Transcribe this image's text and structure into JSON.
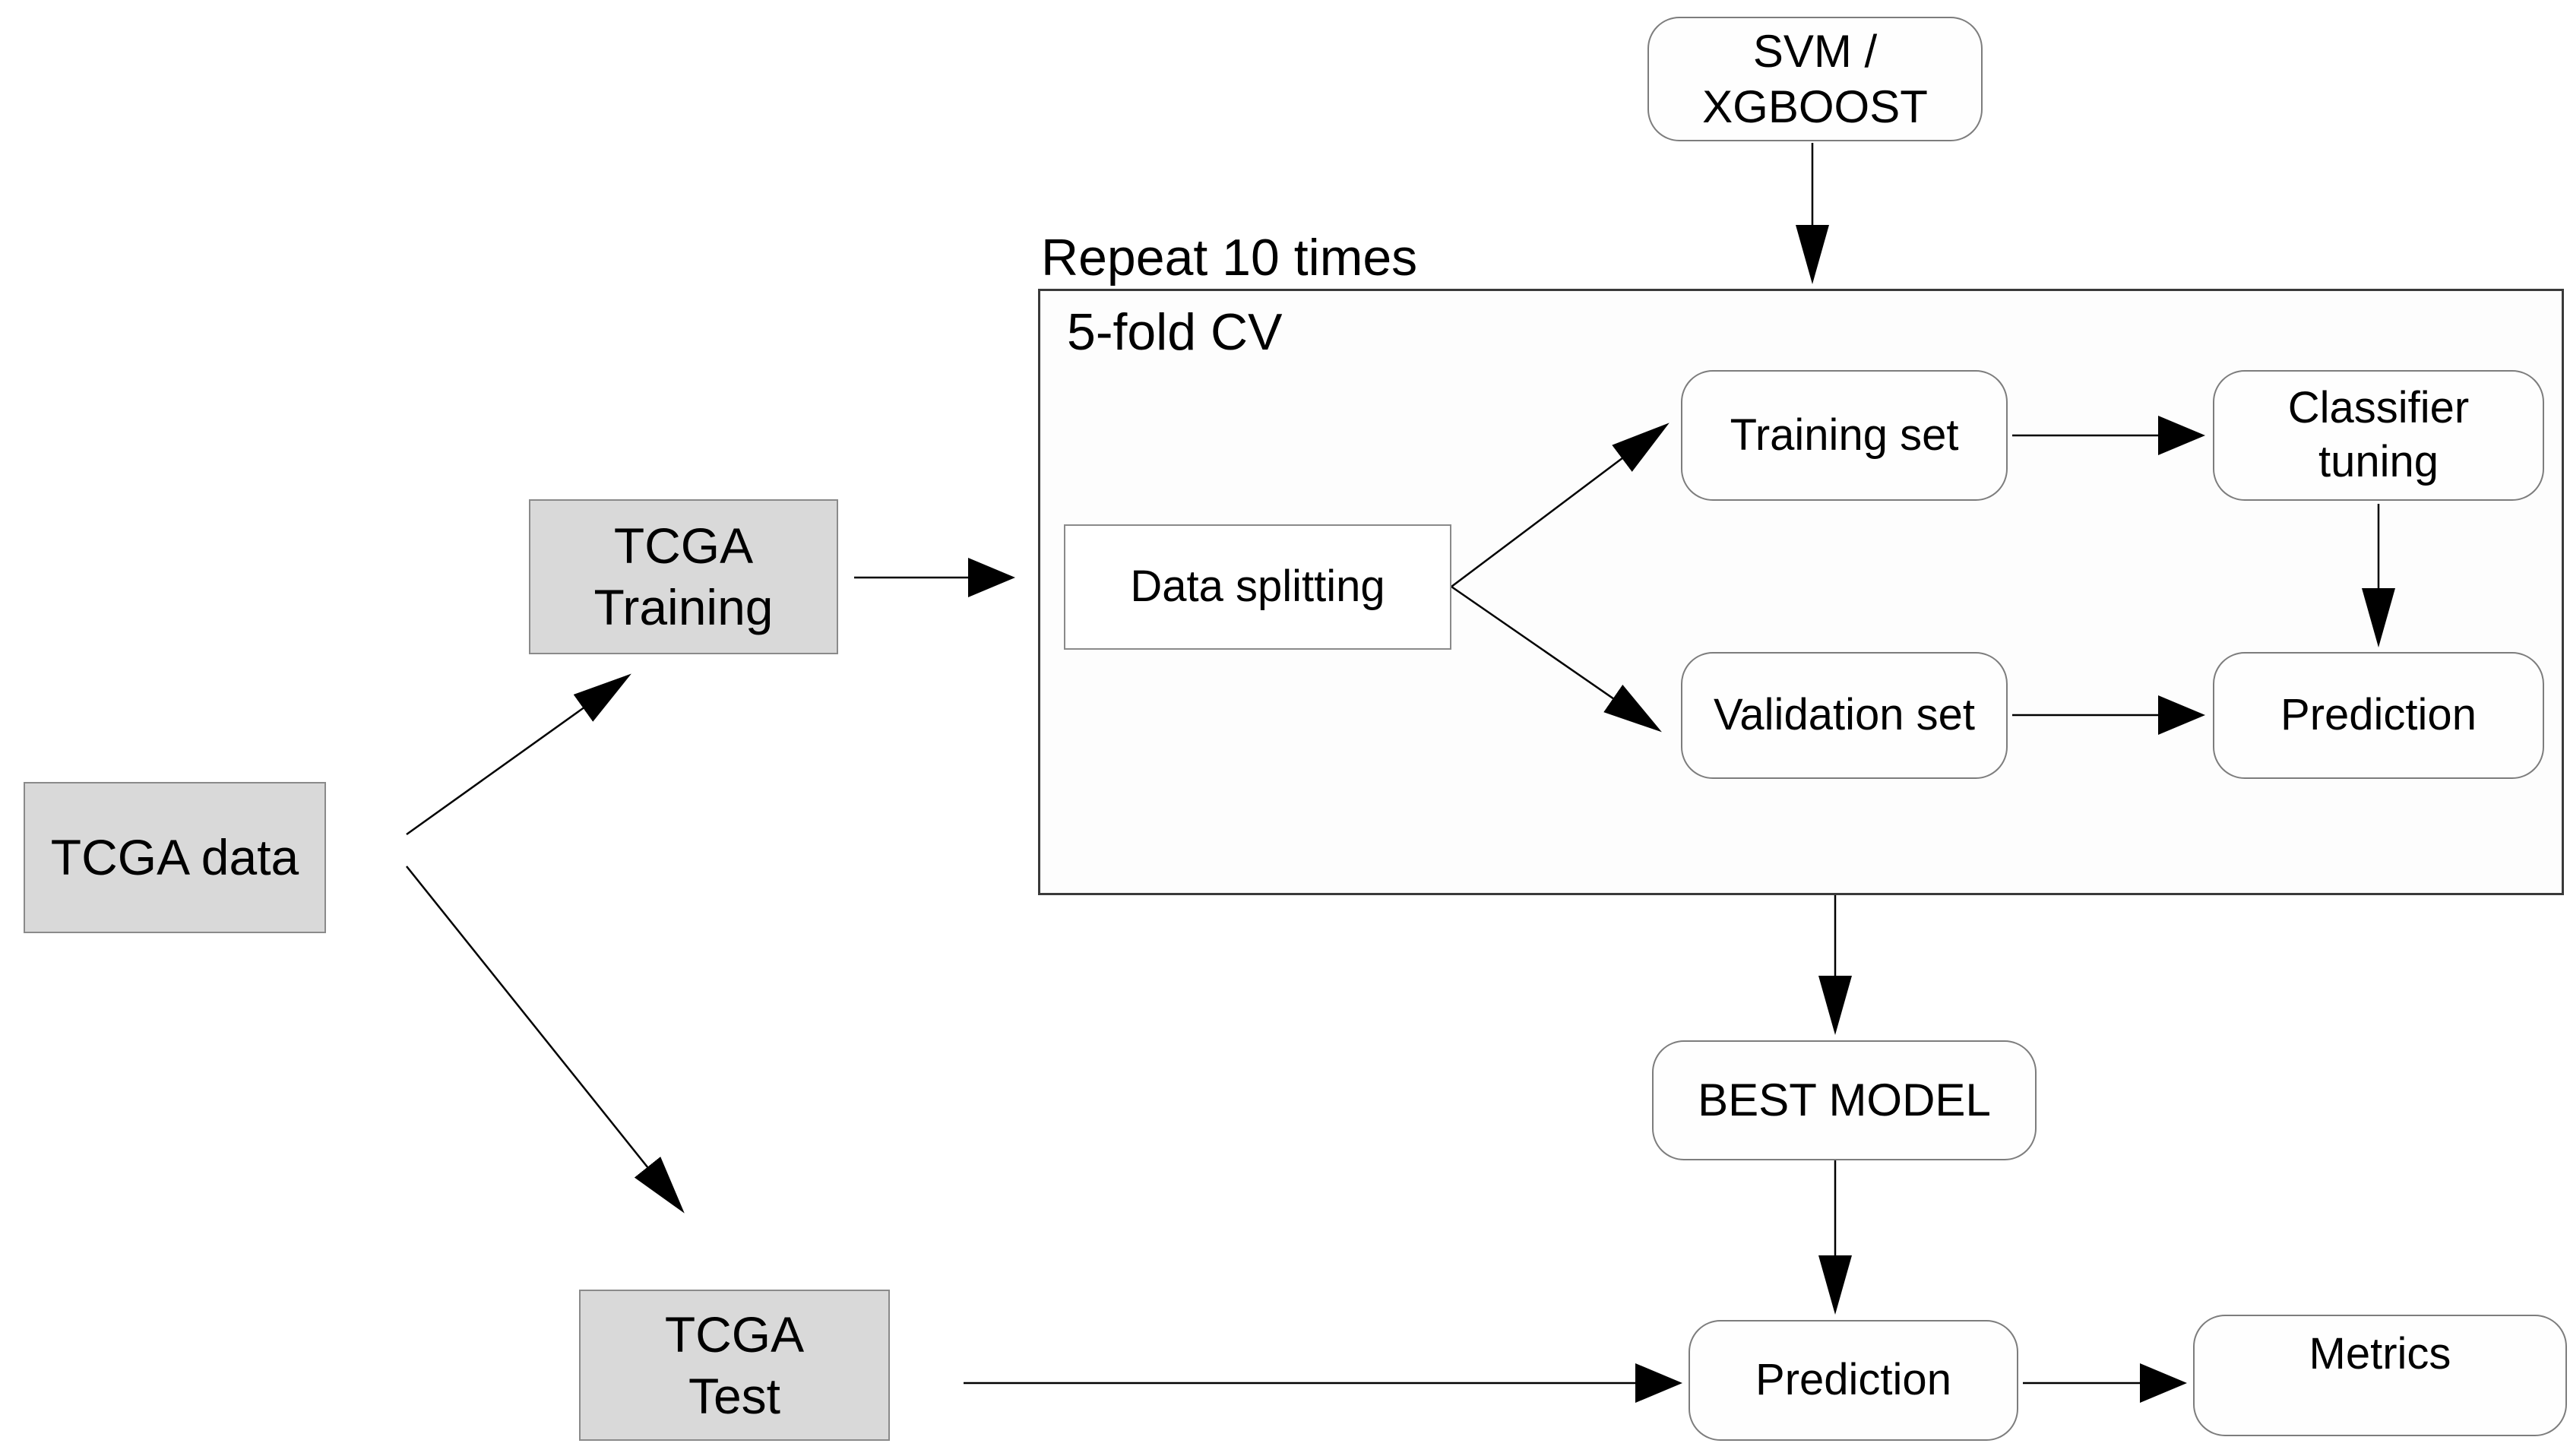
{
  "background": "#ffffff",
  "colors": {
    "gray_node_fill": "#d9d9d9",
    "gray_node_border": "#8a8a8a",
    "round_node_fill": "#fefefe",
    "round_node_border": "#7d7d7d",
    "container_border": "#3a3a3a",
    "arrow": "#000000",
    "text": "#000000"
  },
  "labels": {
    "repeat": "Repeat 10 times",
    "cv": "5-fold CV"
  },
  "nodes": {
    "svm": {
      "label": "SVM /\nXGBOOST"
    },
    "data_splitting": {
      "label": "Data splitting"
    },
    "training_set": {
      "label": "Training set"
    },
    "classifier_tuning": {
      "label": "Classifier\ntuning"
    },
    "validation_set": {
      "label": "Validation set"
    },
    "prediction_cv": {
      "label": "Prediction"
    },
    "tcga_training": {
      "label": "TCGA\nTraining"
    },
    "tcga_data": {
      "label": "TCGA data"
    },
    "tcga_test": {
      "label": "TCGA\nTest"
    },
    "best_model": {
      "label": "BEST MODEL"
    },
    "prediction_final": {
      "label": "Prediction"
    },
    "metrics": {
      "label": "Metrics"
    }
  },
  "edges": [
    {
      "from": "svm",
      "to": "cv_container"
    },
    {
      "from": "tcga_training",
      "to": "cv_container"
    },
    {
      "from": "data_splitting",
      "to": "training_set"
    },
    {
      "from": "data_splitting",
      "to": "validation_set"
    },
    {
      "from": "training_set",
      "to": "classifier_tuning"
    },
    {
      "from": "classifier_tuning",
      "to": "prediction_cv"
    },
    {
      "from": "validation_set",
      "to": "prediction_cv"
    },
    {
      "from": "cv_container",
      "to": "best_model"
    },
    {
      "from": "best_model",
      "to": "prediction_final"
    },
    {
      "from": "tcga_data",
      "to": "tcga_training"
    },
    {
      "from": "tcga_data",
      "to": "tcga_test"
    },
    {
      "from": "tcga_test",
      "to": "prediction_final"
    },
    {
      "from": "prediction_final",
      "to": "metrics"
    }
  ]
}
